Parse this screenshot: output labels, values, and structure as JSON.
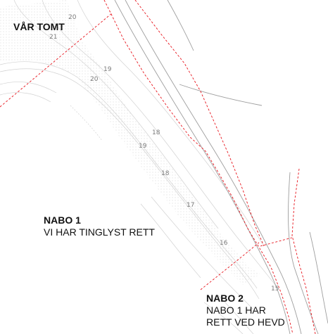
{
  "labels": {
    "var_tomt": "VÅR TOMT",
    "nabo1_title": "NABO 1",
    "nabo1_text": "VI HAR TINGLYST RETT",
    "nabo2_title": "NABO 2",
    "nabo2_line1": "NABO 1 HAR",
    "nabo2_line2": "RETT VED HEVD"
  },
  "contour_labels": {
    "c1": "20",
    "c2": "21",
    "c3": "19",
    "c4": "20",
    "c5": "18",
    "c6": "19",
    "c7": "18",
    "c8": "17",
    "c9": "16",
    "c10": "15"
  },
  "colors": {
    "boundary": "#e8141c",
    "road": "#9a9a9a",
    "contour": "#c8c8c8",
    "text": "#111111"
  }
}
